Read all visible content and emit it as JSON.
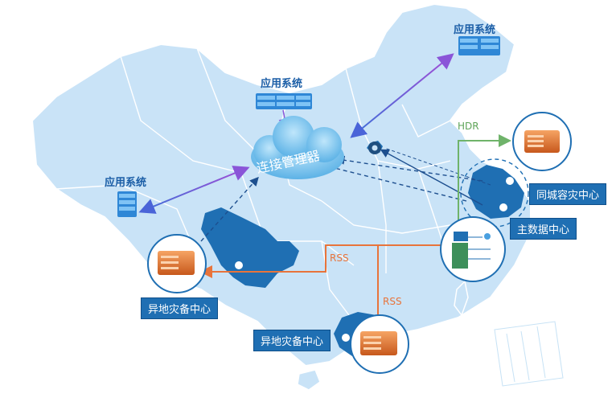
{
  "app_system_label": "应用系统",
  "cloud_label": "连接管理器",
  "same_city_label": "同城容灾中心",
  "main_dc_label": "主数据中心",
  "remote_dc_label": "异地灾备中心",
  "hdr_label": "HDR",
  "rss_label": "RSS",
  "colors": {
    "map_fill": "#c9e3f7",
    "map_dark": "#1f6fb3",
    "rss_line": "#e8743b",
    "hdr_line": "#6fb36a",
    "cloud": "#7ec3ee"
  }
}
